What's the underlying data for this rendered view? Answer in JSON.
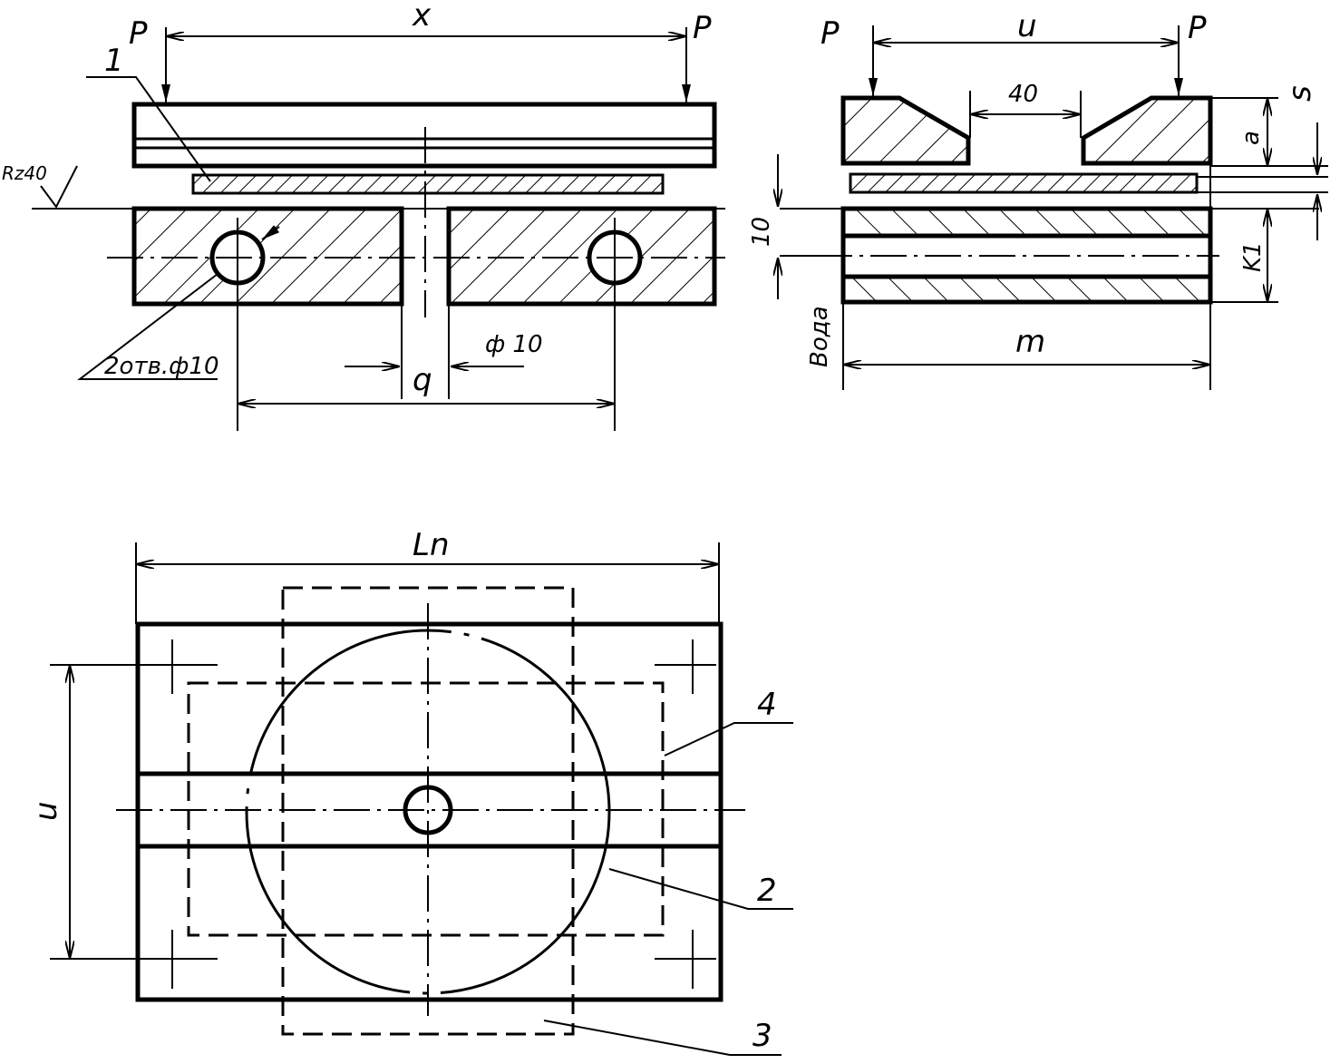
{
  "labels": {
    "force_left_a": "P",
    "force_left_b": "P",
    "force_right_a": "P",
    "force_right_b": "P",
    "dim_x": "x",
    "dim_u_top": "u",
    "dim_40": "40",
    "dim_a": "a",
    "dim_s": "s",
    "dim_10": "10",
    "dim_k1": "K1",
    "dim_m": "m",
    "dim_q": "q",
    "dim_phi10": "ф 10",
    "holes": "2отв.ф10",
    "roughness": "Rz40",
    "water": "Вода",
    "dim_ln": "Ln",
    "dim_u_left": "u",
    "callout_1": "1",
    "callout_2": "2",
    "callout_3": "3",
    "callout_4": "4"
  }
}
